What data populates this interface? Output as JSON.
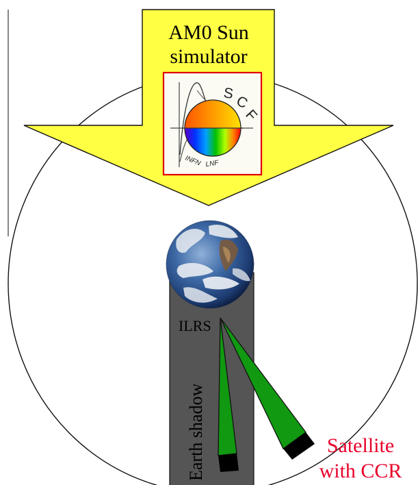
{
  "sun_simulator": {
    "line1": "AM0 Sun",
    "line2": "simulator"
  },
  "logo": {
    "letters": [
      "S",
      "C",
      "F"
    ],
    "left_text": "INFN",
    "right_text": "LNF"
  },
  "earth": {
    "station_label": "ILRS"
  },
  "shadow": {
    "label": "Earth shadow"
  },
  "satellite": {
    "line1": "Satellite",
    "line2": "with CCR"
  },
  "colors": {
    "arrow_fill": "#ffff44",
    "logo_border": "#e00000",
    "shadow": "#555555",
    "beam": "#119911",
    "satellite_text": "#e8002a",
    "ocean": "#2b4f8a"
  }
}
